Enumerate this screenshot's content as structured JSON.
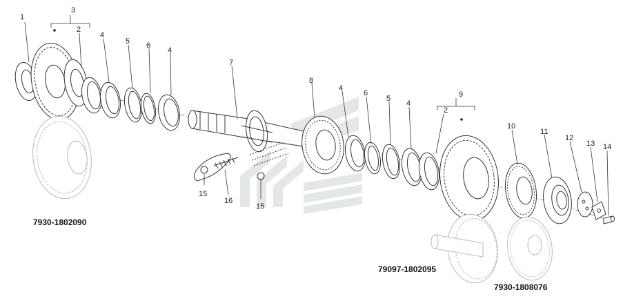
{
  "diagram": {
    "callouts": [
      {
        "id": "c1",
        "text": "1"
      },
      {
        "id": "c2a",
        "text": "2"
      },
      {
        "id": "c3",
        "text": "3"
      },
      {
        "id": "c4a",
        "text": "4"
      },
      {
        "id": "c5a",
        "text": "5"
      },
      {
        "id": "c6a",
        "text": "6"
      },
      {
        "id": "c4b",
        "text": "4"
      },
      {
        "id": "c7",
        "text": "7"
      },
      {
        "id": "c8",
        "text": "8"
      },
      {
        "id": "c4c",
        "text": "4"
      },
      {
        "id": "c6b",
        "text": "6"
      },
      {
        "id": "c5b",
        "text": "5"
      },
      {
        "id": "c4d",
        "text": "4"
      },
      {
        "id": "c2b",
        "text": "2"
      },
      {
        "id": "c9",
        "text": "9"
      },
      {
        "id": "c10",
        "text": "10"
      },
      {
        "id": "c11",
        "text": "11"
      },
      {
        "id": "c12",
        "text": "12"
      },
      {
        "id": "c13",
        "text": "13"
      },
      {
        "id": "c14",
        "text": "14"
      },
      {
        "id": "c15a",
        "text": "15"
      },
      {
        "id": "c16",
        "text": "16"
      },
      {
        "id": "c15b",
        "text": "15"
      }
    ],
    "part_numbers": [
      {
        "id": "pn-left",
        "text": "7930-1802090"
      },
      {
        "id": "pn-mid",
        "text": "79097-1802095"
      },
      {
        "id": "pn-right",
        "text": "7930-1808076"
      }
    ],
    "watermark": "logo-watermark"
  }
}
